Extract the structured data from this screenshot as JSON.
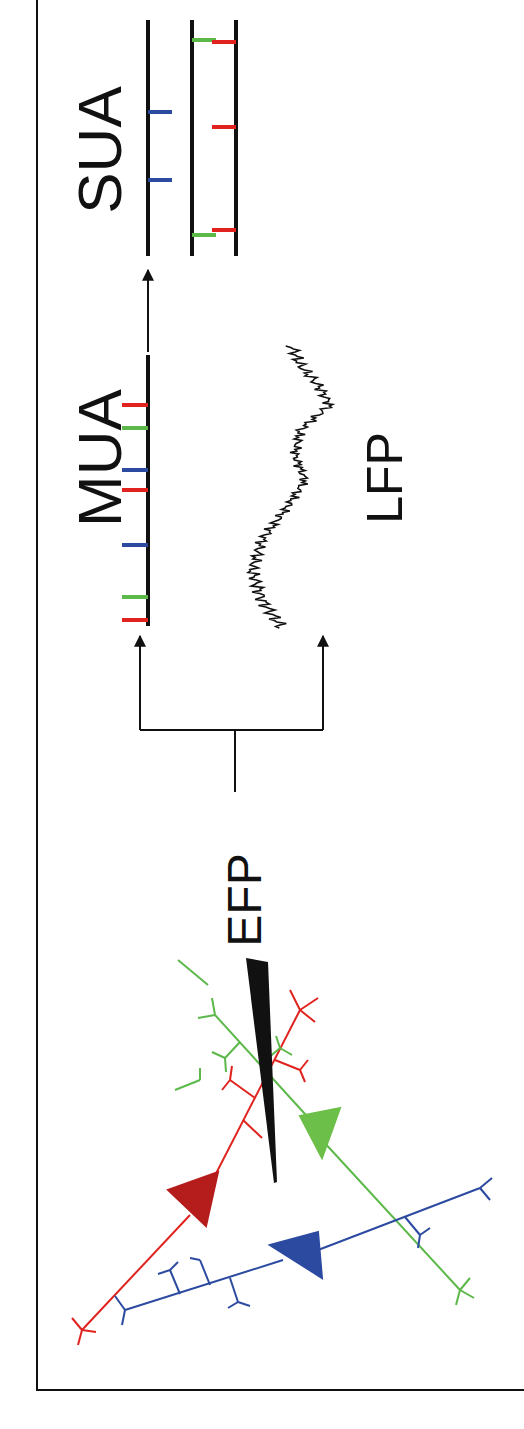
{
  "diagram": {
    "labels": [
      "SUA",
      "MUA",
      "LFP",
      "EFP"
    ]
  }
}
